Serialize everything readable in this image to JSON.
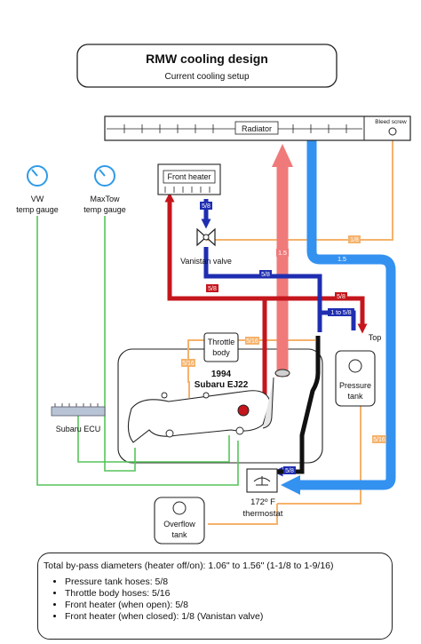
{
  "title": "RMW cooling design",
  "subtitle": "Current cooling setup",
  "components": {
    "radiator": "Radiator",
    "bleed_screw": "Bleed screw",
    "front_heater": "Front heater",
    "vanistan_valve": "Vanistan valve",
    "vw_gauge": [
      "VW",
      "temp gauge"
    ],
    "maxtow_gauge": [
      "MaxTow",
      "temp gauge"
    ],
    "throttle_body": [
      "Throttle",
      "body"
    ],
    "engine": [
      "1994",
      "Subaru EJ22"
    ],
    "ecu": "Subaru ECU",
    "pressure_tank": [
      "Pressure",
      "tank"
    ],
    "top": "Top",
    "thermostat": [
      "172º F",
      "thermostat"
    ],
    "overflow_tank": [
      "Overflow",
      "tank"
    ]
  },
  "hose_labels": {
    "heater_supply": "5/8",
    "heater_return": "5/8",
    "heater_to_valve": "5/8",
    "radiator_feed": "1.5",
    "radiator_return": "1.5",
    "bleed": "1/8",
    "pressure_tank": "5/8",
    "reducer": "1 to 5/8",
    "throttle_a": "5/16",
    "throttle_b": "5/16",
    "overflow": "5/16",
    "thermostat_in": "5/8"
  },
  "colors": {
    "hot": "#c4161c",
    "hot_main": "#f07a7a",
    "cold": "#1f2eb0",
    "cold_main": "#3391f0",
    "bypass": "#f5b26b",
    "sensor": "#56c45a",
    "gauge": "#2f9be8"
  },
  "summary": {
    "header": "Total by-pass diameters (heater off/on): 1.06\" to 1.56\" (1-1/8 to 1-9/16)",
    "items": [
      "Pressure tank hoses: 5/8",
      "Throttle body hoses: 5/16",
      "Front heater (when open): 5/8",
      "Front heater (when closed): 1/8 (Vanistan valve)"
    ]
  }
}
